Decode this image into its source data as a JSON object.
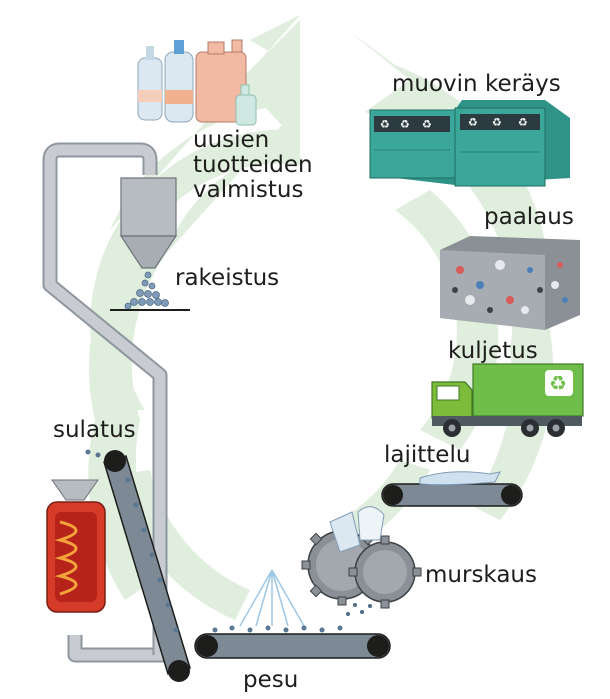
{
  "steps": {
    "muovin_kerays": "muovin keräys",
    "paalaus": "paalaus",
    "kuljetus": "kuljetus",
    "lajittelu": "lajittelu",
    "murskaus": "murskaus",
    "pesu": "pesu",
    "sulatus": "sulatus",
    "rakeistus": "rakeistus",
    "uusien_tuotteiden_valmistus": "uusien\ntuotteiden\nvalmistus"
  },
  "colors": {
    "cycle_arrow": "#dfeedd",
    "bins": "#3aa79a",
    "truck_cab": "#7dbb3a",
    "truck_cargo": "#6fbe4a",
    "pipe": "#c8ccd0",
    "belt": "#7d8a96",
    "furnace": "#d63b2a"
  },
  "icons": {
    "collection": "recycling-bins-icon",
    "bale": "plastic-bale-icon",
    "transport": "recycling-truck-icon",
    "recycle_symbol": "recycle-icon"
  }
}
